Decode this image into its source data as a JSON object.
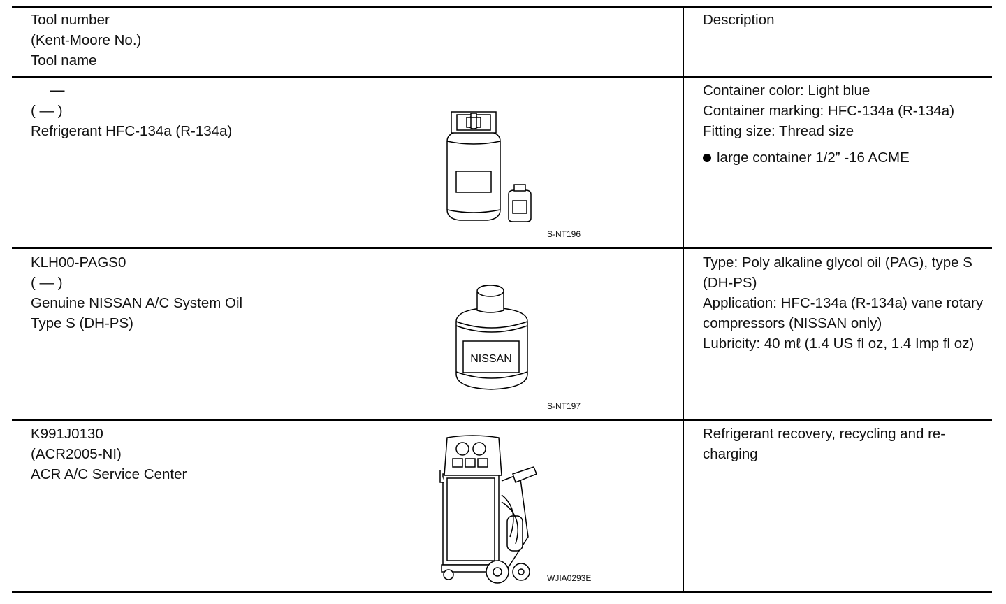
{
  "header": {
    "tool_lines": [
      "Tool number",
      "(Kent-Moore No.)",
      "Tool name"
    ],
    "description": "Description"
  },
  "rows": [
    {
      "tool_lines": [
        "—",
        "( — )",
        "Refrigerant HFC-134a (R-134a)"
      ],
      "figure_code": "S-NT196",
      "description_lines": [
        "Container color: Light blue",
        "Container marking: HFC-134a (R-134a)",
        "Fitting size: Thread size"
      ],
      "bullet": "large container 1/2” -16 ACME"
    },
    {
      "tool_lines": [
        "KLH00-PAGS0",
        "( — )",
        "Genuine NISSAN A/C System Oil",
        "Type S (DH-PS)"
      ],
      "figure_code": "S-NT197",
      "figure_label": "NISSAN",
      "description_lines": [
        "Type: Poly alkaline glycol oil (PAG), type S (DH-PS)",
        "Application: HFC-134a (R-134a) vane rotary compressors (NISSAN only)",
        "Lubricity: 40 mℓ (1.4 US fl oz, 1.4 Imp fl oz)"
      ]
    },
    {
      "tool_lines": [
        "K991J0130",
        "(ACR2005-NI)",
        "ACR A/C Service Center"
      ],
      "figure_code": "WJIA0293E",
      "description_lines": [
        "Refrigerant recovery, recycling and re-charging"
      ]
    }
  ]
}
